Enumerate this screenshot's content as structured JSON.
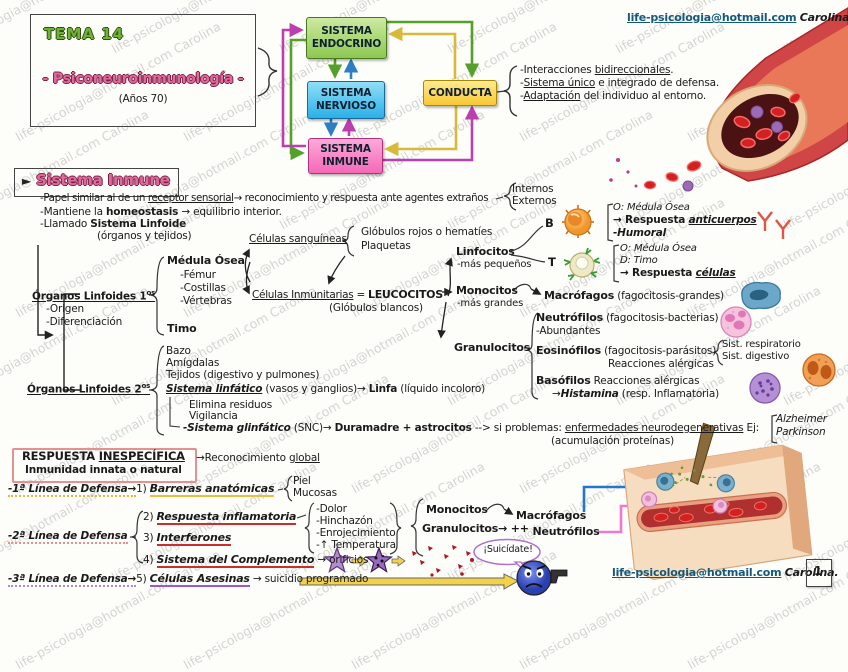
{
  "watermark": {
    "text": "life-psicologia@hotmail.com  Carolina"
  },
  "colors": {
    "tema_green": "#6ab438",
    "title_pink": "#e06a9c",
    "endocrino_fill": "#8cc850",
    "nervioso_fill": "#2ab0e8",
    "inmune_fill": "#f568b8",
    "conducta_fill": "#f8c832",
    "arrow_green": "#55a02a",
    "arrow_blue": "#2b7fc2",
    "arrow_magenta": "#bb3fae",
    "arrow_gold": "#d8b93c",
    "underline_yellow": "#e6c23c",
    "underline_red": "#c83030",
    "underline_purple": "#9a5ac8"
  },
  "header": {
    "tema": "TEMA 14",
    "title": "- Psiconeuroinmunología -",
    "years": "(Años 70)",
    "email": "life-psicologia@hotmail.com",
    "author": "Carolina."
  },
  "flow": {
    "endocrino": "SISTEMA ENDOCRINO",
    "nervioso": "SISTEMA NERVIOSO",
    "inmune": "SISTEMA INMUNE",
    "conducta": "CONDUCTA",
    "notes": {
      "n1a": "-Interacciones ",
      "n1b": "bidireccionales",
      "n1c": ".",
      "n2a": "-",
      "n2b": "Sistema único",
      "n2c": " e integrado de defensa.",
      "n3a": "-",
      "n3b": "Adaptación",
      "n3c": " del individuo al entorno."
    }
  },
  "intro": {
    "title_arrow": "►",
    "title": "Sistema Inmune",
    "l1a": "-Papel similar al de un ",
    "l1b": "receptor sensorial",
    "l1c": "→ reconocimiento y respuesta ante agentes extraños",
    "agents": [
      "Internos",
      "Externos"
    ],
    "l2a": "-Mantiene la ",
    "l2b": "homeostasis",
    "l2c": " → equilibrio interior.",
    "l3a": "-Llamado ",
    "l3b": "Sistema Linfoide",
    "l4": "(órganos y tejidos)"
  },
  "organs1": {
    "label": "Órganos Linfoides 1",
    "label_sup": "os",
    "sub": [
      "-Origen",
      "-Diferenciación"
    ],
    "medula": "Médula Ósea",
    "medula_items": [
      "-Fémur",
      "-Costillas",
      "-Vértebras"
    ],
    "timo": "Timo"
  },
  "organs2": {
    "label": "Órganos Linfoides 2",
    "label_sup": "os",
    "items": [
      "Bazo",
      "Amígdalas",
      "Tejidos (digestivo y pulmones)"
    ],
    "linf_a": "Sistema linfático",
    "linf_b": " (vasos y ganglios)→ ",
    "linf_c": "Linfa",
    "linf_d": " (líquido incoloro)",
    "sub": [
      "Elimina residuos",
      "Vigilancia"
    ],
    "glinf_a": "-Sistema glinfático",
    "glinf_b": " (SNC)→ ",
    "glinf_c": "Duramadre + astrocitos",
    "glinf_d": " --> si problemas: ",
    "glinf_e": "enfermedades neurodegenerativas",
    "glinf_f": " Ej:",
    "glinf_g": "(acumulación proteínas)",
    "diseases": [
      "Alzheimer",
      "Parkinson"
    ]
  },
  "cells": {
    "sang_label": "Células sanguíneas",
    "sang_items": [
      "Glóbulos rojos o hematíes",
      "Plaquetas"
    ],
    "inmu_a": "Células Inmunitarias",
    "inmu_b": " = ",
    "inmu_c": "LEUCOCITOS",
    "inmu_d": "(Glóbulos blancos)",
    "linfocitos": "Linfocitos",
    "linfocitos_sub": "-más pequeños",
    "b_label": "B",
    "t_label": "T",
    "b1": "O: Médula Ósea",
    "b2a": "→ Respuesta ",
    "b2b": "anticuerpos",
    "b3": "-Humoral",
    "t1": "O: Médula Ósea",
    "t2": "D: Timo",
    "t3a": "→ Respuesta ",
    "t3b": "células",
    "monocitos": "Monocitos",
    "monocitos_sub": "-más grandes",
    "macrofagos": "Macrófagos",
    "macrofagos_note": " (fagocitosis-grandes)",
    "granulocitos": "Granulocitos",
    "neutrofilos": "Neutrófilos",
    "neutrofilos_note": " (fagocitosis-bacterias)",
    "neutrofilos_sub": "-Abundantes",
    "eosinofilos": "Eosinófilos",
    "eosinofilos_note": " (fagocitosis-parásitos)",
    "eosinofilos_sub": "Reacciones alérgicas",
    "sist": [
      "Sist. respiratorio",
      "Sist. digestivo"
    ],
    "basofilos": "Basófilos",
    "basofilos_note": " Reacciones alérgicas",
    "hist_a": "→",
    "hist_b": "Histamina",
    "hist_c": " (resp. Inflamatoria)"
  },
  "response": {
    "box_a": "RESPUESTA ",
    "box_b": "INESPECÍFICA",
    "box_c": "Inmunidad innata o natural",
    "recon_a": "→Reconocimiento ",
    "recon_b": "global",
    "d1": "-1ª Línea de Defensa→",
    "r1_a": "1) ",
    "r1_b": "Barreras anatómicas",
    "d1_items": [
      "Piel",
      "Mucosas"
    ],
    "d2": "-2ª Línea de Defensa",
    "r2_a": "2) ",
    "r2_b": "Respuesta inflamatoria",
    "r2_items": [
      "-Dolor",
      "-Hinchazón",
      "-Enrojecimiento",
      "-↑ Temperatura"
    ],
    "r3_a": "3) ",
    "r3_b": "Interferones",
    "r4_a": "4) ",
    "r4_b": "Sistema del Complemento",
    "r4_c": " → orificios",
    "d3": "-3ª Línea de Defensa→",
    "r5_a": "5) ",
    "r5_b": "Células Asesinas",
    "r5_c": " → suicidio programado",
    "mono": "Monocitos",
    "macro": "Macrófagos",
    "granu": "Granulocitos→",
    "plus": "++",
    "neutro": "Neutrófilos",
    "bubble": "¡Suicídate!"
  },
  "footer": {
    "email": "life-psicologia@hotmail.com",
    "author": "Carolina.",
    "page": "1"
  }
}
